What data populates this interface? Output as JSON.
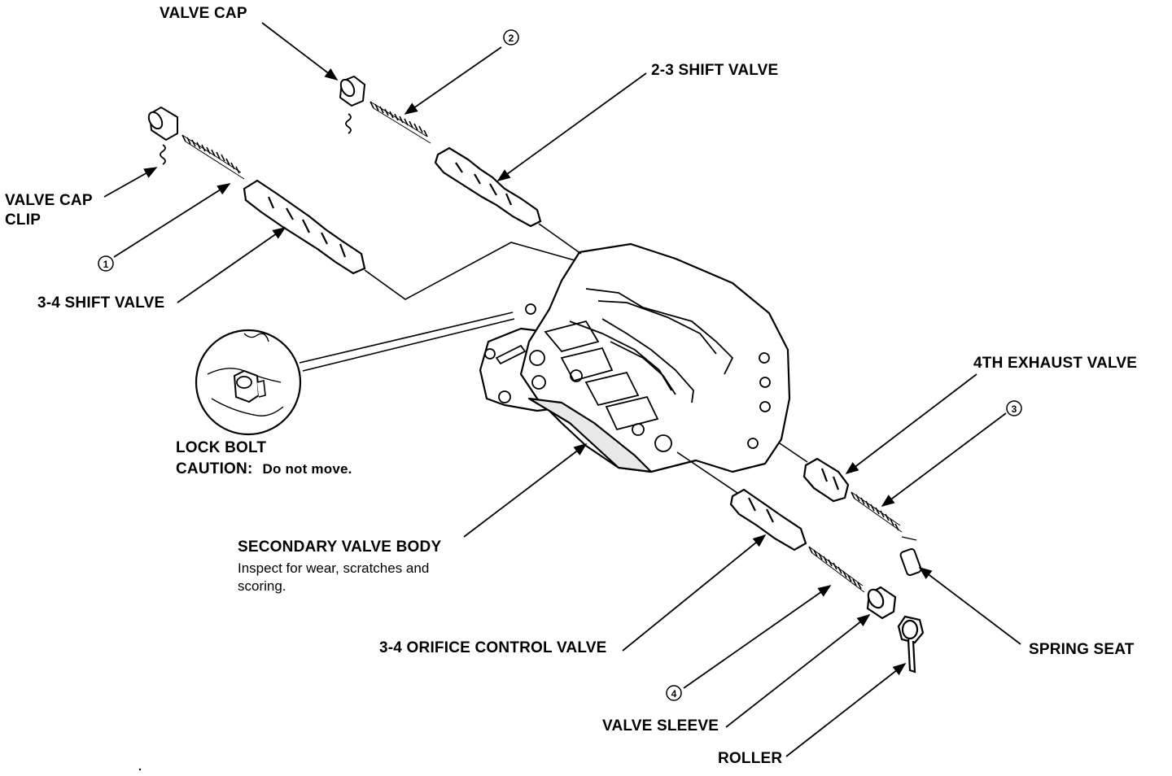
{
  "labels": {
    "valve_cap_top": "VALVE CAP",
    "shift_valve_23": "2-3 SHIFT VALVE",
    "valve_cap_clip_line1": "VALVE CAP",
    "valve_cap_clip_line2": "CLIP",
    "shift_valve_34": "3-4 SHIFT VALVE",
    "lock_bolt": "LOCK BOLT",
    "caution_head": "CAUTION:",
    "caution_text": "Do not move.",
    "exhaust_valve_4th": "4TH EXHAUST VALVE",
    "secondary_valve_body": "SECONDARY VALVE BODY",
    "secondary_note_line1": "Inspect for wear, scratches and",
    "secondary_note_line2": "scoring.",
    "orifice_control_valve": "3-4 ORIFICE CONTROL VALVE",
    "spring_seat": "SPRING SEAT",
    "valve_sleeve": "VALVE SLEEVE",
    "roller": "ROLLER"
  },
  "callouts": [
    "①",
    "②",
    "③",
    "④"
  ]
}
